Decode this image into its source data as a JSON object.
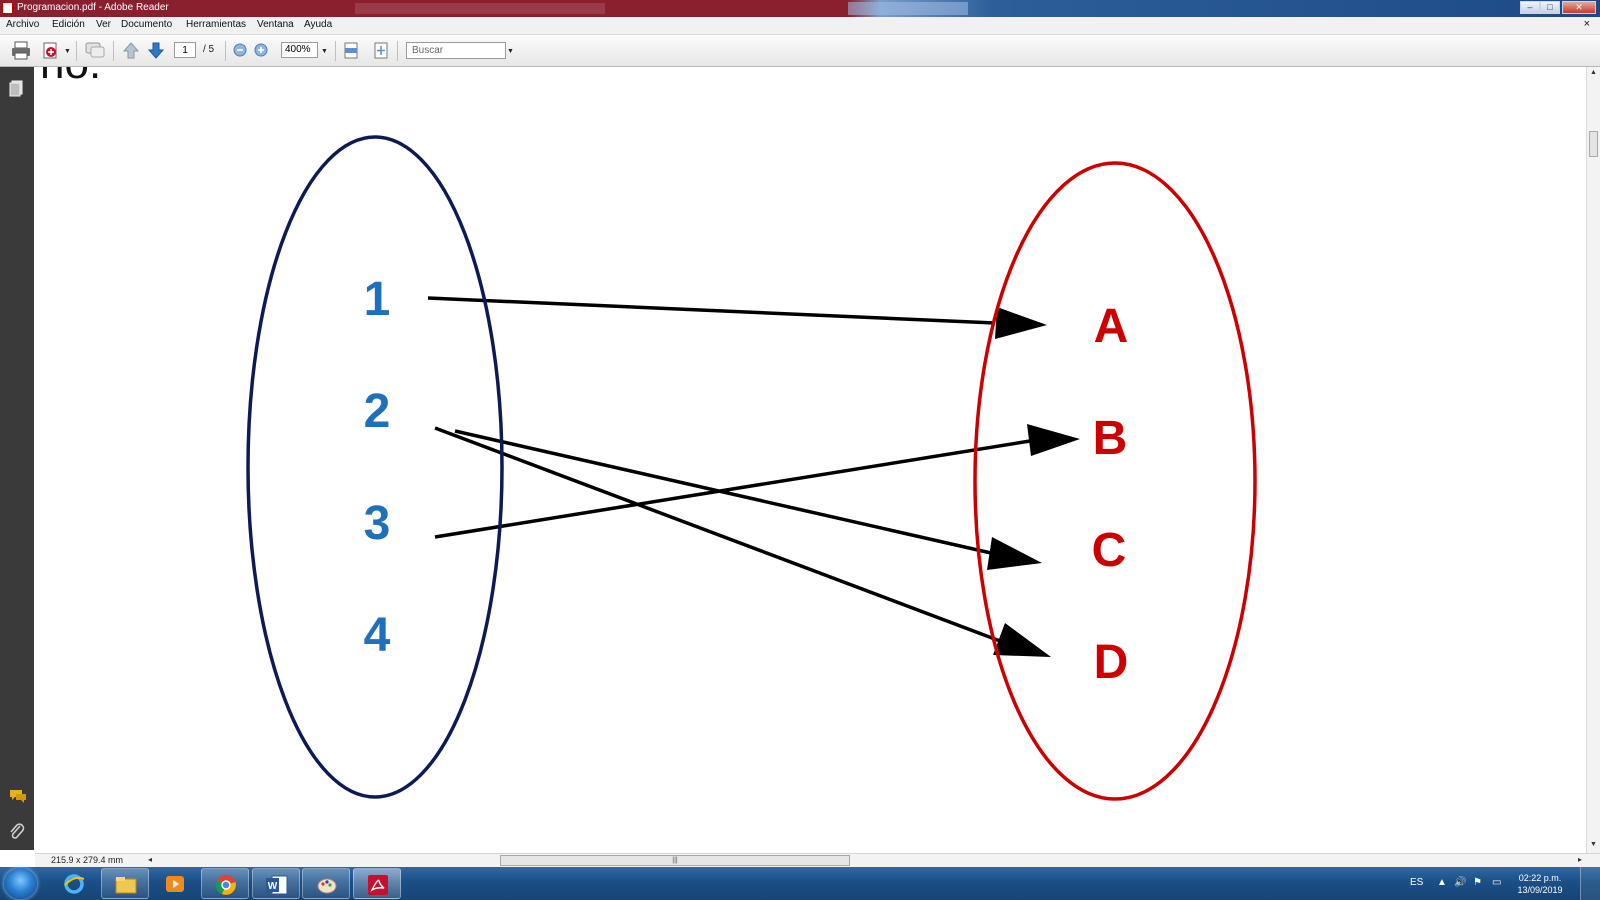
{
  "window": {
    "title": "Programacion.pdf - Adobe Reader",
    "controls": {
      "minimize": "–",
      "maximize": "□",
      "close": "✕"
    }
  },
  "menu": {
    "items": [
      "Archivo",
      "Edición",
      "Ver",
      "Documento",
      "Herramientas",
      "Ventana",
      "Ayuda"
    ],
    "close_glyph": "×"
  },
  "toolbar": {
    "page_current": "1",
    "page_total": "/ 5",
    "zoom": "400%",
    "search_placeholder": "Buscar",
    "icons": [
      "printer-icon",
      "create-pdf-icon",
      "comment-icon",
      "page-up-icon",
      "page-down-icon",
      "zoom-out-icon",
      "zoom-in-icon",
      "fit-page-icon",
      "full-screen-icon"
    ]
  },
  "document": {
    "cut_text": "no.",
    "figure": {
      "domain_elements": [
        "1",
        "2",
        "3",
        "4"
      ],
      "codomain_elements": [
        "A",
        "B",
        "C",
        "D"
      ],
      "domain_color": "#1f6fbf",
      "codomain_color": "#cc0000",
      "domain_ellipse_color": "#0e1a55",
      "codomain_ellipse_color": "#cc0000",
      "arrow_color": "#000000",
      "mappings": [
        {
          "from": "1",
          "to": "A"
        },
        {
          "from": "2",
          "to": "C"
        },
        {
          "from": "2",
          "to": "D"
        },
        {
          "from": "3",
          "to": "B"
        }
      ]
    }
  },
  "status": {
    "page_size": "215.9 x 279.4 mm"
  },
  "taskbar": {
    "apps": [
      "internet-explorer-icon",
      "file-explorer-icon",
      "media-player-icon",
      "chrome-icon",
      "word-icon",
      "paint-icon",
      "adobe-reader-icon"
    ],
    "language": "ES",
    "time": "02:22 p.m.",
    "date": "13/09/2019"
  }
}
